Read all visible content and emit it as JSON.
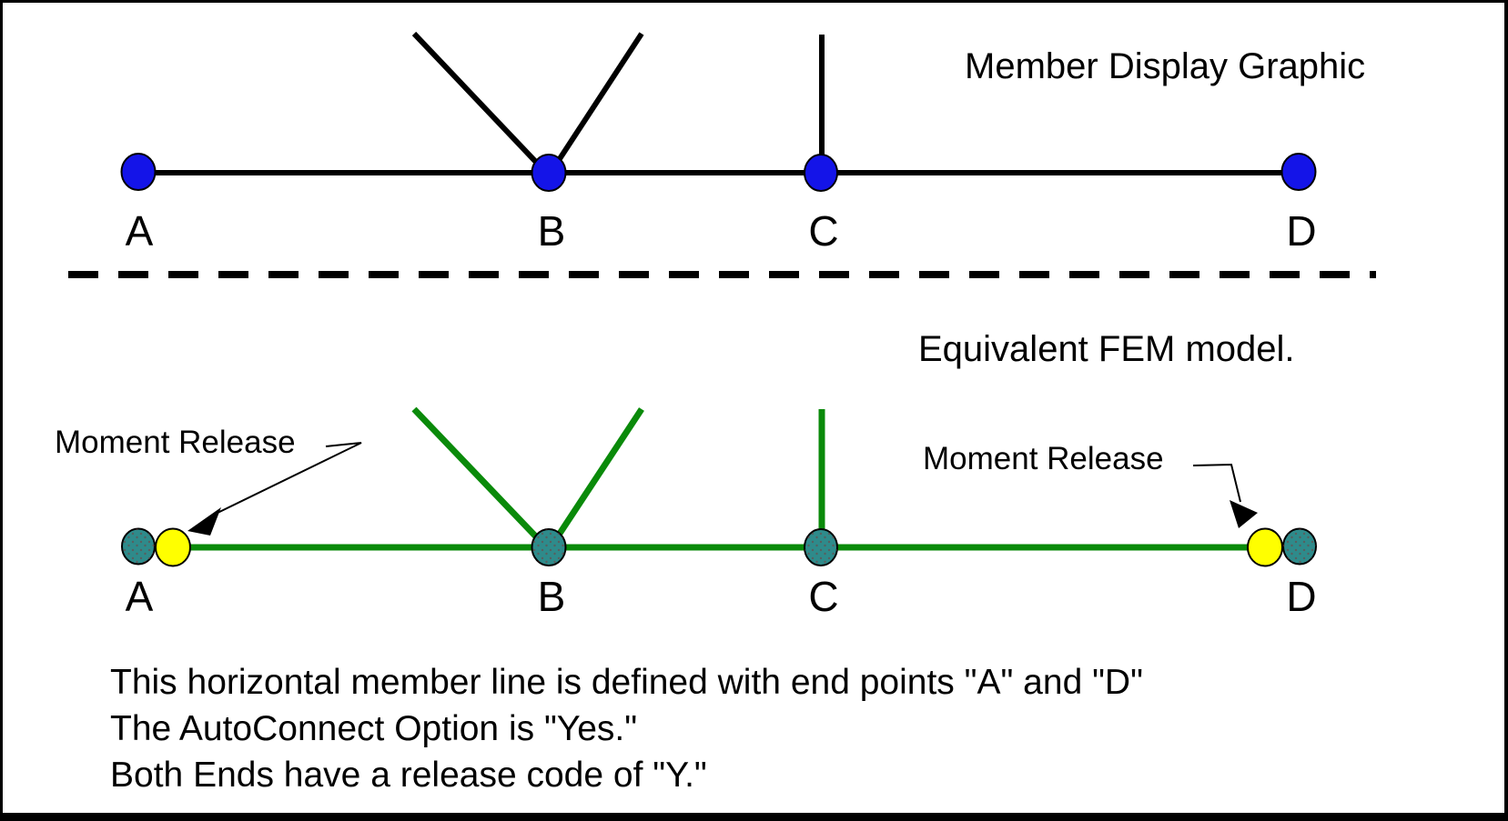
{
  "top_section": {
    "title": "Member Display Graphic",
    "nodes": [
      {
        "label": "A"
      },
      {
        "label": "B"
      },
      {
        "label": "C"
      },
      {
        "label": "D"
      }
    ]
  },
  "bottom_section": {
    "title": "Equivalent FEM model.",
    "moment_release_left_label": "Moment Release",
    "moment_release_right_label": "Moment Release",
    "nodes": [
      {
        "label": "A"
      },
      {
        "label": "B"
      },
      {
        "label": "C"
      },
      {
        "label": "D"
      }
    ]
  },
  "notes": {
    "line1": "This horizontal member line is defined with end points \"A\" and \"D\"",
    "line2": "The AutoConnect Option is \"Yes.\"",
    "line3": "Both Ends have a release code of \"Y.\""
  },
  "colors": {
    "member_black": "#000000",
    "member_green": "#0a8a0a",
    "node_blue": "#1414e8",
    "node_teal": "#2e8b8b",
    "node_yellow": "#ffff00",
    "outline_black": "#000000"
  }
}
